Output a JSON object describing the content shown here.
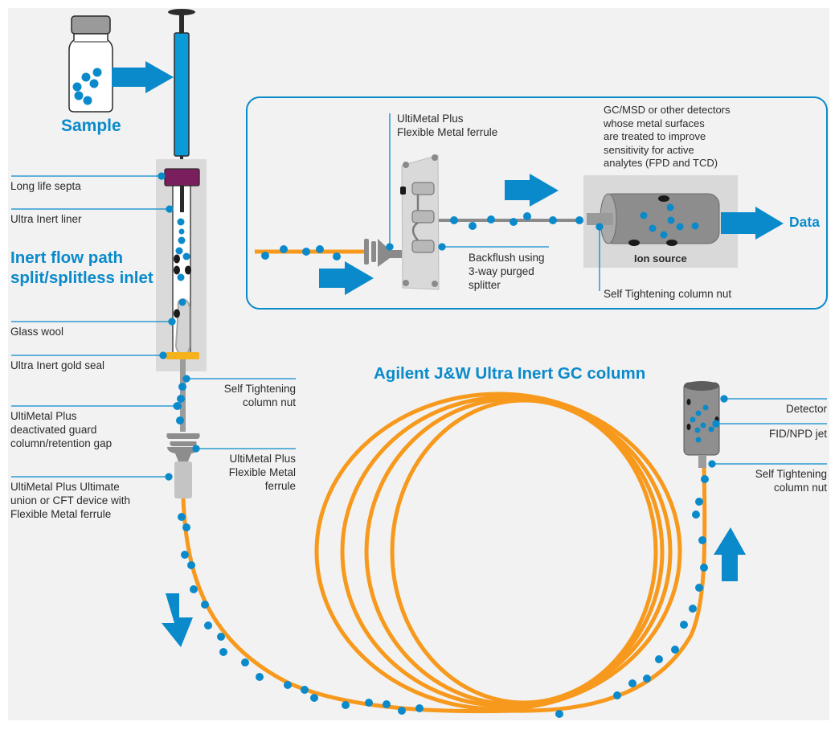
{
  "colors": {
    "accent_blue": "#0a8acb",
    "column_orange": "#f7991c",
    "septa_purple": "#7b1e5e",
    "gold_seal": "#f5b21c",
    "metal_gray": "#9c9c9c",
    "background": "#f2f2f2"
  },
  "titles": {
    "sample": "Sample",
    "inlet": "Inert flow path\nsplit/splitless inlet",
    "column": "Agilent J&W Ultra Inert GC column",
    "data": "Data"
  },
  "inlet_labels": {
    "septa": "Long life septa",
    "liner": "Ultra Inert liner",
    "glass_wool": "Glass wool",
    "gold_seal": "Ultra Inert gold seal",
    "column_nut": "Self Tightening\ncolumn nut",
    "guard_column": "UltiMetal Plus\ndeactivated guard\ncolumn/retention gap",
    "ferrule": "UltiMetal Plus\nFlexible Metal\nferrule",
    "union": "UltiMetal Plus Ultimate\nunion or CFT device with\nFlexible Metal ferrule"
  },
  "msd_inset": {
    "ferrule": "UltiMetal Plus\nFlexible Metal ferrule",
    "backflush": "Backflush using\n3-way purged\nsplitter",
    "detectors_note": "GC/MSD or other detectors\nwhose metal surfaces\nare treated to improve\nsensitivity for active\nanalytes (FPD and TCD)",
    "ion_source": "Ion source",
    "column_nut": "Self Tightening column nut"
  },
  "detector_labels": {
    "detector": "Detector",
    "jet": "FID/NPD jet",
    "column_nut": "Self Tightening\ncolumn nut"
  }
}
